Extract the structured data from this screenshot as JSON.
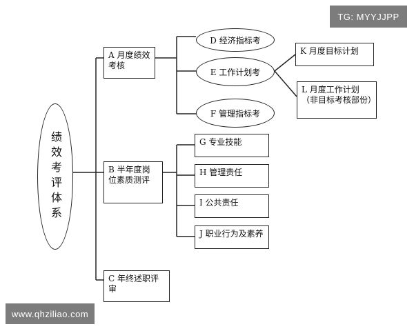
{
  "watermark_top": "TG: MYYJJPP",
  "watermark_bottom": "www.qhziliao.com",
  "root_label": "绩效考评体系",
  "nodes": {
    "a": "A 月度绩效考核",
    "b": "B 半年度岗位素质测评",
    "c": "C 年终述职评审",
    "d": "D  经济指标考",
    "e": "E  工作计划考",
    "f": "F  管理指标考",
    "g": "G 专业技能",
    "h": "H 管理责任",
    "i": "I 公共责任",
    "j": "J 职业行为及素养",
    "k": "K 月度目标计划",
    "l": "L 月度工作计划（非目标考核部份）"
  },
  "colors": {
    "line": "#222222",
    "tag_bg": "#7c7c7c"
  }
}
